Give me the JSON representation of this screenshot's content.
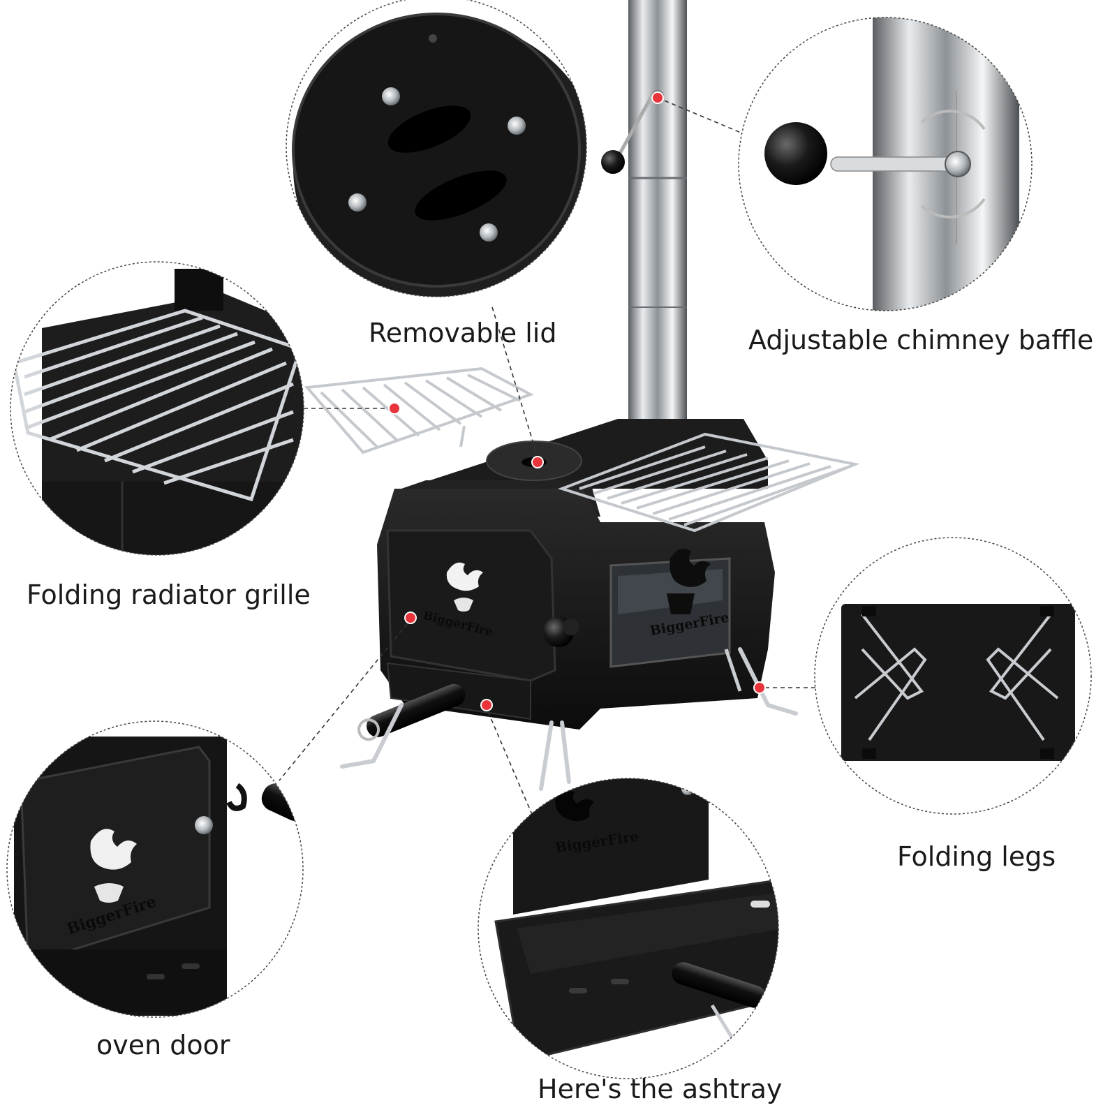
{
  "labels": {
    "removable_lid": "Removable lid",
    "chimney_baffle": "Adjustable chimney baffle",
    "radiator_grille": "Folding radiator grille",
    "folding_legs": "Folding legs",
    "oven_door": "oven door",
    "ashtray": "Here's the ashtray"
  },
  "brand_text": "BiggerFire",
  "colors": {
    "stove_black": "#141414",
    "steel": "#c8ccd0",
    "marker_red": "#e8343a",
    "label_text": "#1a1a1a"
  }
}
